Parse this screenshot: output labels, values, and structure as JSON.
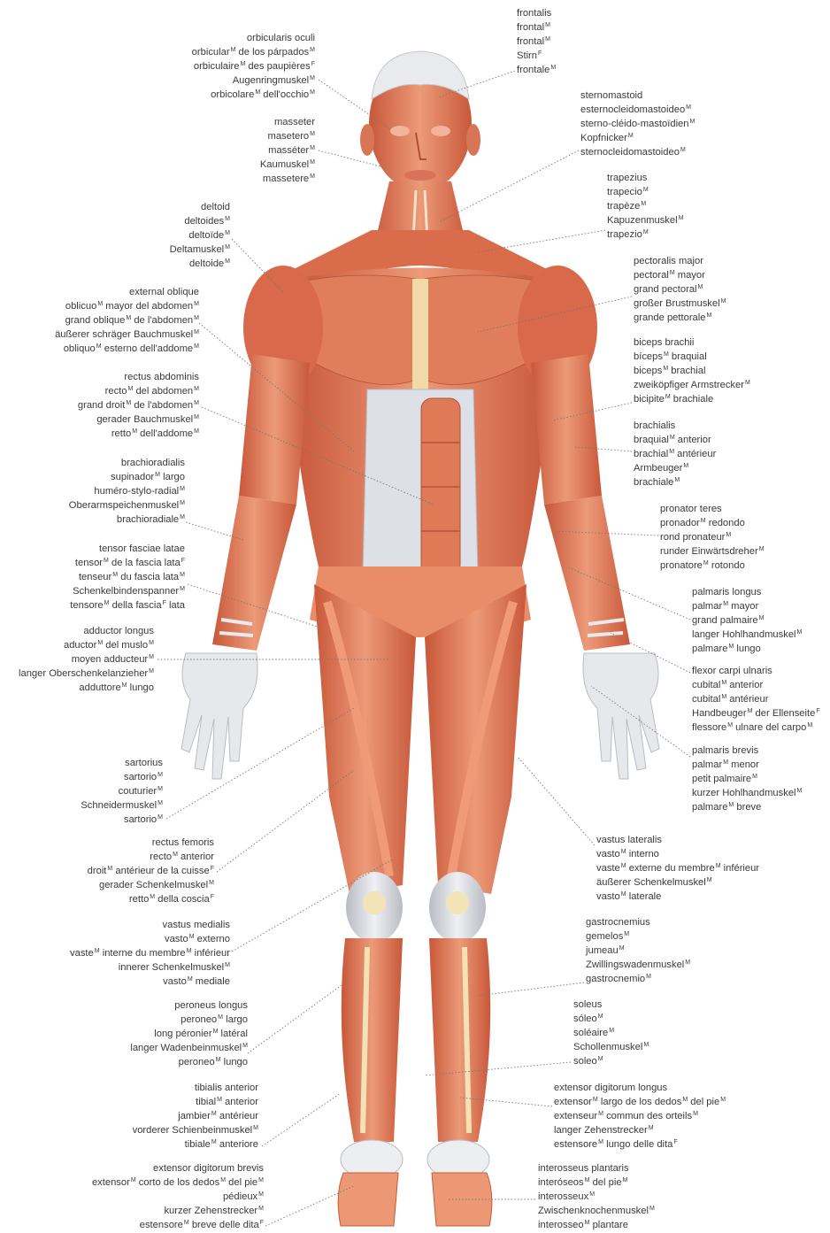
{
  "labels": [
    {
      "id": "frontalis",
      "side": "left",
      "lines": [
        [
          [
            "frontalis"
          ]
        ],
        [
          [
            "frontal",
            "M"
          ]
        ],
        [
          [
            "frontal",
            "M"
          ]
        ],
        [
          [
            "Stirn",
            "F"
          ]
        ],
        [
          [
            "frontale",
            "M"
          ]
        ]
      ]
    },
    {
      "id": "orbicularis-oculi",
      "side": "right",
      "lines": [
        [
          [
            "orbicularis oculi"
          ]
        ],
        [
          [
            "orbicular",
            "M"
          ],
          [
            " de los párpados",
            "M"
          ]
        ],
        [
          [
            "orbiculaire",
            "M"
          ],
          [
            " des paupières",
            "F"
          ]
        ],
        [
          [
            "Augenringmuskel",
            "M"
          ]
        ],
        [
          [
            "orbicolare",
            "M"
          ],
          [
            " dell'occhio",
            "M"
          ]
        ]
      ]
    },
    {
      "id": "masseter",
      "side": "right",
      "lines": [
        [
          [
            "masseter"
          ]
        ],
        [
          [
            "masetero",
            "M"
          ]
        ],
        [
          [
            "masséter",
            "M"
          ]
        ],
        [
          [
            "Kaumuskel",
            "M"
          ]
        ],
        [
          [
            "massetere",
            "M"
          ]
        ]
      ]
    },
    {
      "id": "sternomastoid",
      "side": "left",
      "lines": [
        [
          [
            "sternomastoid"
          ]
        ],
        [
          [
            "esternocleidomastoideo",
            "M"
          ]
        ],
        [
          [
            "sterno-cléido-mastoïdien",
            "M"
          ]
        ],
        [
          [
            "Kopfnicker",
            "M"
          ]
        ],
        [
          [
            "sternocleidomastoideo",
            "M"
          ]
        ]
      ]
    },
    {
      "id": "trapezius",
      "side": "left",
      "lines": [
        [
          [
            "trapezius"
          ]
        ],
        [
          [
            "trapecio",
            "M"
          ]
        ],
        [
          [
            "trapèze",
            "M"
          ]
        ],
        [
          [
            "Kapuzenmuskel",
            "M"
          ]
        ],
        [
          [
            "trapezio",
            "M"
          ]
        ]
      ]
    },
    {
      "id": "deltoid",
      "side": "right",
      "lines": [
        [
          [
            "deltoid"
          ]
        ],
        [
          [
            "deltoides",
            "M"
          ]
        ],
        [
          [
            "deltoïde",
            "M"
          ]
        ],
        [
          [
            "Deltamuskel",
            "M"
          ]
        ],
        [
          [
            "deltoide",
            "M"
          ]
        ]
      ]
    },
    {
      "id": "pectoralis-major",
      "side": "left",
      "lines": [
        [
          [
            "pectoralis major"
          ]
        ],
        [
          [
            "pectoral",
            "M"
          ],
          [
            " mayor"
          ]
        ],
        [
          [
            "grand pectoral",
            "M"
          ]
        ],
        [
          [
            "großer Brustmuskel",
            "M"
          ]
        ],
        [
          [
            "grande pettorale",
            "M"
          ]
        ]
      ]
    },
    {
      "id": "external-oblique",
      "side": "right",
      "lines": [
        [
          [
            "external oblique"
          ]
        ],
        [
          [
            "oblicuo",
            "M"
          ],
          [
            " mayor del abdomen",
            "M"
          ]
        ],
        [
          [
            "grand oblique",
            "M"
          ],
          [
            " de l'abdomen",
            "M"
          ]
        ],
        [
          [
            "äußerer schräger Bauchmuskel",
            "M"
          ]
        ],
        [
          [
            "obliquo",
            "M"
          ],
          [
            " esterno dell'addome",
            "M"
          ]
        ]
      ]
    },
    {
      "id": "biceps-brachii",
      "side": "left",
      "lines": [
        [
          [
            "biceps brachii"
          ]
        ],
        [
          [
            "bíceps",
            "M"
          ],
          [
            " braquial"
          ]
        ],
        [
          [
            "biceps",
            "M"
          ],
          [
            " brachial"
          ]
        ],
        [
          [
            "zweiköpfiger Armstrecker",
            "M"
          ]
        ],
        [
          [
            "bicipite",
            "M"
          ],
          [
            " brachiale"
          ]
        ]
      ]
    },
    {
      "id": "rectus-abdominis",
      "side": "right",
      "lines": [
        [
          [
            "rectus abdominis"
          ]
        ],
        [
          [
            "recto",
            "M"
          ],
          [
            " del abdomen",
            "M"
          ]
        ],
        [
          [
            "grand droit",
            "M"
          ],
          [
            " de l'abdomen",
            "M"
          ]
        ],
        [
          [
            "gerader Bauchmuskel",
            "M"
          ]
        ],
        [
          [
            "retto",
            "M"
          ],
          [
            " dell'addome",
            "M"
          ]
        ]
      ]
    },
    {
      "id": "brachialis",
      "side": "left",
      "lines": [
        [
          [
            "brachialis"
          ]
        ],
        [
          [
            "braquial",
            "M"
          ],
          [
            " anterior"
          ]
        ],
        [
          [
            "brachial",
            "M"
          ],
          [
            " antérieur"
          ]
        ],
        [
          [
            "Armbeuger",
            "M"
          ]
        ],
        [
          [
            "brachiale",
            "M"
          ]
        ]
      ]
    },
    {
      "id": "brachioradialis",
      "side": "right",
      "lines": [
        [
          [
            "brachioradialis"
          ]
        ],
        [
          [
            "supinador",
            "M"
          ],
          [
            " largo"
          ]
        ],
        [
          [
            "huméro-stylo-radial",
            "M"
          ]
        ],
        [
          [
            "Oberarmspeichenmuskel",
            "M"
          ]
        ],
        [
          [
            "brachioradiale",
            "M"
          ]
        ]
      ]
    },
    {
      "id": "pronator-teres",
      "side": "left",
      "lines": [
        [
          [
            "pronator teres"
          ]
        ],
        [
          [
            "pronador",
            "M"
          ],
          [
            " redondo"
          ]
        ],
        [
          [
            "rond pronateur",
            "M"
          ]
        ],
        [
          [
            "runder Einwärtsdreher",
            "M"
          ]
        ],
        [
          [
            "pronatore",
            "M"
          ],
          [
            " rotondo"
          ]
        ]
      ]
    },
    {
      "id": "tensor-fasciae-latae",
      "side": "right",
      "lines": [
        [
          [
            "tensor fasciae latae"
          ]
        ],
        [
          [
            "tensor",
            "M"
          ],
          [
            " de la fascia lata",
            "F"
          ]
        ],
        [
          [
            "tenseur",
            "M"
          ],
          [
            " du fascia lata",
            "M"
          ]
        ],
        [
          [
            "Schenkelbindenspanner",
            "M"
          ]
        ],
        [
          [
            "tensore",
            "M"
          ],
          [
            " della fascia",
            "F"
          ],
          [
            " lata"
          ]
        ]
      ]
    },
    {
      "id": "palmaris-longus",
      "side": "left",
      "lines": [
        [
          [
            "palmaris longus"
          ]
        ],
        [
          [
            "palmar",
            "M"
          ],
          [
            " mayor"
          ]
        ],
        [
          [
            "grand palmaire",
            "M"
          ]
        ],
        [
          [
            "langer Hohlhandmuskel",
            "M"
          ]
        ],
        [
          [
            "palmare",
            "M"
          ],
          [
            " lungo"
          ]
        ]
      ]
    },
    {
      "id": "adductor-longus",
      "side": "right",
      "lines": [
        [
          [
            "adductor longus"
          ]
        ],
        [
          [
            "aductor",
            "M"
          ],
          [
            " del muslo",
            "M"
          ]
        ],
        [
          [
            "moyen adducteur",
            "M"
          ]
        ],
        [
          [
            "langer Oberschenkelanzieher",
            "M"
          ]
        ],
        [
          [
            "adduttore",
            "M"
          ],
          [
            " lungo"
          ]
        ]
      ]
    },
    {
      "id": "flexor-carpi-ulnaris",
      "side": "left",
      "lines": [
        [
          [
            "flexor carpi ulnaris"
          ]
        ],
        [
          [
            "cubital",
            "M"
          ],
          [
            " anterior"
          ]
        ],
        [
          [
            "cubital",
            "M"
          ],
          [
            " antérieur"
          ]
        ],
        [
          [
            "Handbeuger",
            "M"
          ],
          [
            " der Ellenseite",
            "F"
          ]
        ],
        [
          [
            "flessore",
            "M"
          ],
          [
            " ulnare del carpo",
            "M"
          ]
        ]
      ]
    },
    {
      "id": "palmaris-brevis",
      "side": "left",
      "lines": [
        [
          [
            "palmaris brevis"
          ]
        ],
        [
          [
            "palmar",
            "M"
          ],
          [
            " menor"
          ]
        ],
        [
          [
            "petit palmaire",
            "M"
          ]
        ],
        [
          [
            "kurzer Hohlhandmuskel",
            "M"
          ]
        ],
        [
          [
            "palmare",
            "M"
          ],
          [
            " breve"
          ]
        ]
      ]
    },
    {
      "id": "sartorius",
      "side": "right",
      "lines": [
        [
          [
            "sartorius"
          ]
        ],
        [
          [
            "sartorio",
            "M"
          ]
        ],
        [
          [
            "couturier",
            "M"
          ]
        ],
        [
          [
            "Schneidermuskel",
            "M"
          ]
        ],
        [
          [
            "sartorio",
            "M"
          ]
        ]
      ]
    },
    {
      "id": "vastus-lateralis",
      "side": "left",
      "lines": [
        [
          [
            "vastus lateralis"
          ]
        ],
        [
          [
            "vasto",
            "M"
          ],
          [
            " interno"
          ]
        ],
        [
          [
            "vaste",
            "M"
          ],
          [
            " externe du membre",
            "M"
          ],
          [
            " inférieur"
          ]
        ],
        [
          [
            "äußerer Schenkelmuskel",
            "M"
          ]
        ],
        [
          [
            "vasto",
            "M"
          ],
          [
            " laterale"
          ]
        ]
      ]
    },
    {
      "id": "rectus-femoris",
      "side": "right",
      "lines": [
        [
          [
            "rectus femoris"
          ]
        ],
        [
          [
            "recto",
            "M"
          ],
          [
            " anterior"
          ]
        ],
        [
          [
            "droit",
            "M"
          ],
          [
            " antérieur de la cuisse",
            "F"
          ]
        ],
        [
          [
            "gerader Schenkelmuskel",
            "M"
          ]
        ],
        [
          [
            "retto",
            "M"
          ],
          [
            " della coscia",
            "F"
          ]
        ]
      ]
    },
    {
      "id": "gastrocnemius",
      "side": "left",
      "lines": [
        [
          [
            "gastrocnemius"
          ]
        ],
        [
          [
            "gemelos",
            "M"
          ]
        ],
        [
          [
            "jumeau",
            "M"
          ]
        ],
        [
          [
            "Zwillingswadenmuskel",
            "M"
          ]
        ],
        [
          [
            "gastrocnemio",
            "M"
          ]
        ]
      ]
    },
    {
      "id": "vastus-medialis",
      "side": "right",
      "lines": [
        [
          [
            "vastus medialis"
          ]
        ],
        [
          [
            "vasto",
            "M"
          ],
          [
            " externo"
          ]
        ],
        [
          [
            "vaste",
            "M"
          ],
          [
            " interne du membre",
            "M"
          ],
          [
            " inférieur"
          ]
        ],
        [
          [
            "innerer Schenkelmuskel",
            "M"
          ]
        ],
        [
          [
            "vasto",
            "M"
          ],
          [
            " mediale"
          ]
        ]
      ]
    },
    {
      "id": "soleus",
      "side": "left",
      "lines": [
        [
          [
            "soleus"
          ]
        ],
        [
          [
            "sóleo",
            "M"
          ]
        ],
        [
          [
            "soléaire",
            "M"
          ]
        ],
        [
          [
            "Schollenmuskel",
            "M"
          ]
        ],
        [
          [
            "soleo",
            "M"
          ]
        ]
      ]
    },
    {
      "id": "peroneus-longus",
      "side": "right",
      "lines": [
        [
          [
            "peroneus longus"
          ]
        ],
        [
          [
            "peroneo",
            "M"
          ],
          [
            " largo"
          ]
        ],
        [
          [
            "long péronier",
            "M"
          ],
          [
            " latéral"
          ]
        ],
        [
          [
            "langer Wadenbeinmuskel",
            "M"
          ]
        ],
        [
          [
            "peroneo",
            "M"
          ],
          [
            " lungo"
          ]
        ]
      ]
    },
    {
      "id": "tibialis-anterior",
      "side": "right",
      "lines": [
        [
          [
            "tibialis anterior"
          ]
        ],
        [
          [
            "tibial",
            "M"
          ],
          [
            " anterior"
          ]
        ],
        [
          [
            "jambier",
            "M"
          ],
          [
            " antérieur"
          ]
        ],
        [
          [
            "vorderer Schienbeinmuskel",
            "M"
          ]
        ],
        [
          [
            "tibiale",
            "M"
          ],
          [
            " anteriore"
          ]
        ]
      ]
    },
    {
      "id": "extensor-digitorum-longus",
      "side": "left",
      "lines": [
        [
          [
            "extensor digitorum longus"
          ]
        ],
        [
          [
            "extensor",
            "M"
          ],
          [
            " largo de los dedos",
            "M"
          ],
          [
            " del pie",
            "M"
          ]
        ],
        [
          [
            "extenseur",
            "M"
          ],
          [
            " commun des orteils",
            "M"
          ]
        ],
        [
          [
            "langer Zehenstrecker",
            "M"
          ]
        ],
        [
          [
            "estensore",
            "M"
          ],
          [
            " lungo delle dita",
            "F"
          ]
        ]
      ]
    },
    {
      "id": "extensor-digitorum-brevis",
      "side": "right",
      "lines": [
        [
          [
            "extensor digitorum brevis"
          ]
        ],
        [
          [
            "extensor",
            "M"
          ],
          [
            " corto de los dedos",
            "M"
          ],
          [
            " del pie",
            "M"
          ]
        ],
        [
          [
            "pédieux",
            "M"
          ]
        ],
        [
          [
            "kurzer Zehenstrecker",
            "M"
          ]
        ],
        [
          [
            "estensore",
            "M"
          ],
          [
            " breve delle dita",
            "F"
          ]
        ]
      ]
    },
    {
      "id": "interosseus-plantaris",
      "side": "left",
      "lines": [
        [
          [
            "interosseus plantaris"
          ]
        ],
        [
          [
            "interóseos",
            "M"
          ],
          [
            " del pie",
            "M"
          ]
        ],
        [
          [
            "interosseux",
            "M"
          ]
        ],
        [
          [
            "Zwischenknochenmuskel",
            "M"
          ]
        ],
        [
          [
            "interosseo",
            "M"
          ],
          [
            " plantare"
          ]
        ]
      ]
    }
  ]
}
